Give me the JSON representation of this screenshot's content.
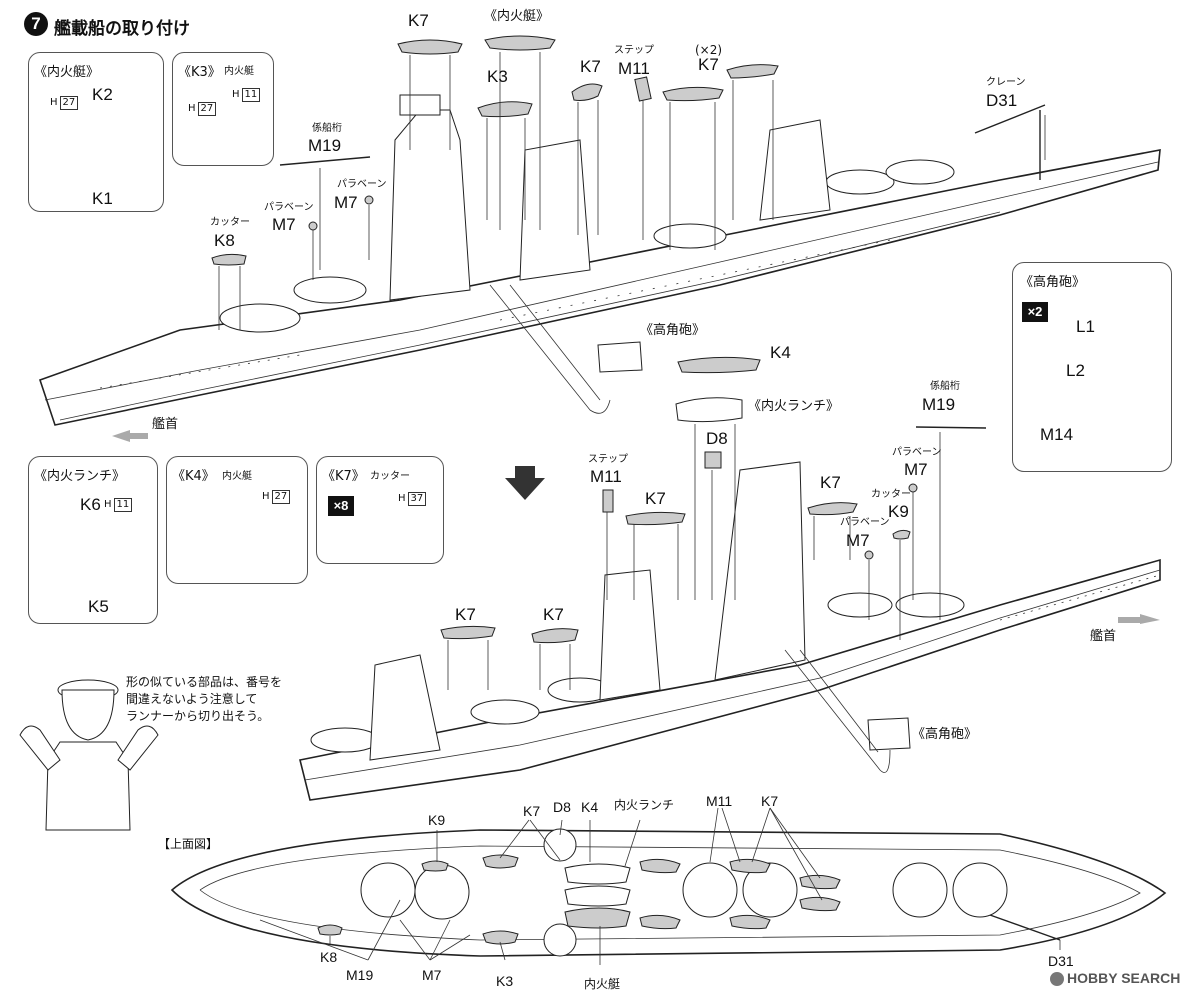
{
  "step": {
    "number": "7",
    "title": "艦載船の取り付け"
  },
  "insets": {
    "naikatei": {
      "title": "《内火艇》",
      "h_label": "H",
      "h_num": "27",
      "part_top": "K2",
      "part_bottom": "K1"
    },
    "k3": {
      "title": "《K3》",
      "subtitle": "内火艇",
      "h1_label": "H",
      "h1_num": "27",
      "h2_label": "H",
      "h2_num": "11"
    },
    "launch": {
      "title": "《内火ランチ》",
      "part_top": "K6",
      "h_label": "H",
      "h_num": "11",
      "part_bottom": "K5"
    },
    "k4": {
      "title": "《K4》",
      "subtitle": "内火艇",
      "h_label": "H",
      "h_num": "27"
    },
    "k7": {
      "title": "《K7》",
      "subtitle": "カッター",
      "mult": "×8",
      "h_label": "H",
      "h_num": "37"
    },
    "aa": {
      "title": "《高角砲》",
      "mult": "×2",
      "parts": [
        "L1",
        "L2",
        "M14"
      ]
    }
  },
  "upper_view": {
    "labels": {
      "k7_a": "K7",
      "naikatei": "《内火艇》",
      "k3": "K3",
      "k7_b": "K7",
      "step_jp": "ステップ",
      "m11": "M11",
      "x2": "(×2)",
      "k7_c": "K7",
      "crane_jp": "クレーン",
      "d31": "D31",
      "keisen_jp": "係船桁",
      "m19": "M19",
      "paravane_jp_a": "パラベーン",
      "m7_a": "M7",
      "paravane_jp_b": "パラベーン",
      "m7_b": "M7",
      "cutter_jp": "カッター",
      "k8": "K8",
      "bow": "艦首",
      "aa_gun": "《高角砲》",
      "k4": "K4",
      "launch": "《内火ランチ》"
    }
  },
  "lower_view": {
    "labels": {
      "step_jp": "ステップ",
      "m11": "M11",
      "d8": "D8",
      "k7_a": "K7",
      "keisen_jp": "係船桁",
      "m19": "M19",
      "paravane_jp_a": "パラベーン",
      "m7_a": "M7",
      "cutter_jp": "カッター",
      "k9": "K9",
      "paravane_jp_b": "パラベーン",
      "m7_b": "M7",
      "k7_b": "K7",
      "k7_c": "K7",
      "k7_d": "K7",
      "bow": "艦首",
      "aa_gun": "《高角砲》"
    }
  },
  "top_view": {
    "title": "【上面図】",
    "labels": {
      "k9": "K9",
      "k7_a": "K7",
      "d8": "D8",
      "k4": "K4",
      "launch": "内火ランチ",
      "m11": "M11",
      "k7_b": "K7",
      "k8": "K8",
      "m19": "M19",
      "m7": "M7",
      "k3": "K3",
      "naikatei": "内火艇",
      "d31": "D31"
    }
  },
  "tip": {
    "text_line1": "形の似ている部品は、番号を",
    "text_line2": "間違えないよう注意して",
    "text_line3": "ランナーから切り出そう。"
  },
  "watermark": {
    "brand": "HOBBY SEARCH"
  }
}
